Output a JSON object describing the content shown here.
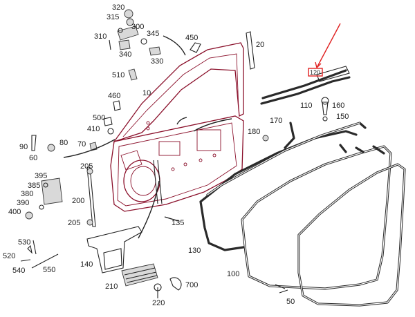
{
  "diagram": {
    "callouts": [
      "320",
      "315",
      "300",
      "310",
      "345",
      "340",
      "330",
      "450",
      "20",
      "510",
      "460",
      "10",
      "500",
      "410",
      "70",
      "90",
      "80",
      "60",
      "205",
      "395",
      "385",
      "380",
      "390",
      "400",
      "200",
      "205",
      "530",
      "520",
      "540",
      "550",
      "140",
      "210",
      "700",
      "220",
      "135",
      "130",
      "100",
      "50",
      "110",
      "160",
      "150",
      "180",
      "170",
      "120"
    ],
    "highlight_color": "#e02020",
    "door_color": "#8a0f2a"
  }
}
